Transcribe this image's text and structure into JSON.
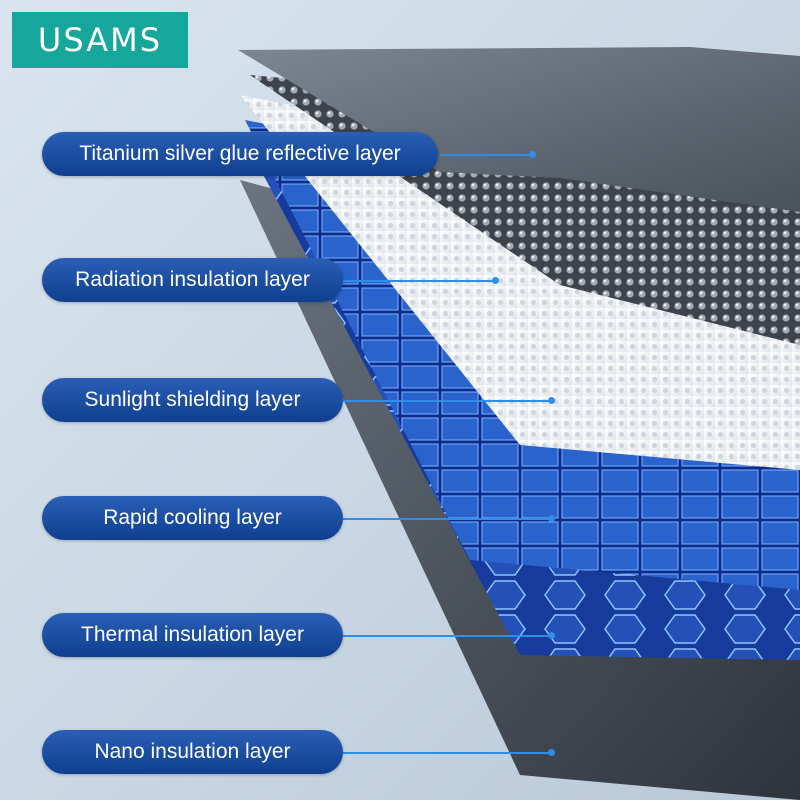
{
  "brand": {
    "logo_text": "USAMS",
    "logo_color": "#16a79c"
  },
  "accent_color": "#2f8fe6",
  "label_color": "#1a4ea3",
  "layers": [
    {
      "label": "Titanium silver glue reflective layer"
    },
    {
      "label": "Radiation insulation layer"
    },
    {
      "label": "Sunlight shielding layer"
    },
    {
      "label": "Rapid cooling layer"
    },
    {
      "label": "Thermal insulation layer"
    },
    {
      "label": "Nano insulation layer"
    }
  ]
}
